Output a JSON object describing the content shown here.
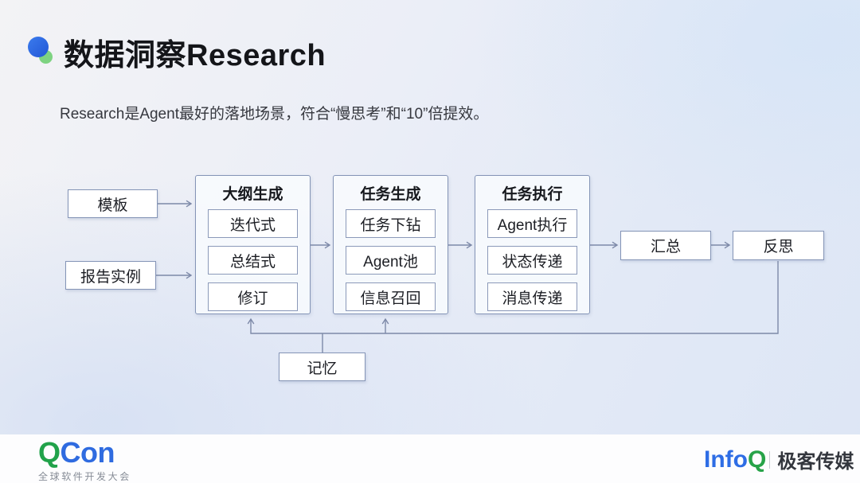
{
  "slide": {
    "title": "数据洞察Research",
    "subtitle": "Research是Agent最好的落地场景，符合“慢思考”和“10”倍提效。"
  },
  "diagram": {
    "inputs": [
      {
        "label": "模板"
      },
      {
        "label": "报告实例"
      }
    ],
    "stages": [
      {
        "title": "大纲生成",
        "items": [
          "迭代式",
          "总结式",
          "修订"
        ]
      },
      {
        "title": "任务生成",
        "items": [
          "任务下钻",
          "Agent池",
          "信息召回"
        ]
      },
      {
        "title": "任务执行",
        "items": [
          "Agent执行",
          "状态传递",
          "消息传递"
        ]
      }
    ],
    "outputs": [
      {
        "label": "汇总"
      },
      {
        "label": "反思"
      }
    ],
    "memory": {
      "label": "记忆"
    }
  },
  "footer": {
    "qcon_logo": {
      "q": "Q",
      "con": "Con",
      "tagline": "全球软件开发大会"
    },
    "infoq_logo": {
      "info": "Info",
      "q": "Q",
      "brand": "极客传媒"
    }
  },
  "colors": {
    "qcon_green": "#21a24a",
    "qcon_blue": "#2f6be0",
    "infoq_blue": "#2e6de5",
    "infoq_green": "#27a348",
    "bullet_blue": "#2e6ae0",
    "bullet_green": "#7ed381",
    "box_border": "#8494b6",
    "connector_line": "#7d89a8",
    "background_top": "#f3f3f5",
    "background_bottom": "#dde6f5",
    "footer_background": "#fdfdfe"
  }
}
